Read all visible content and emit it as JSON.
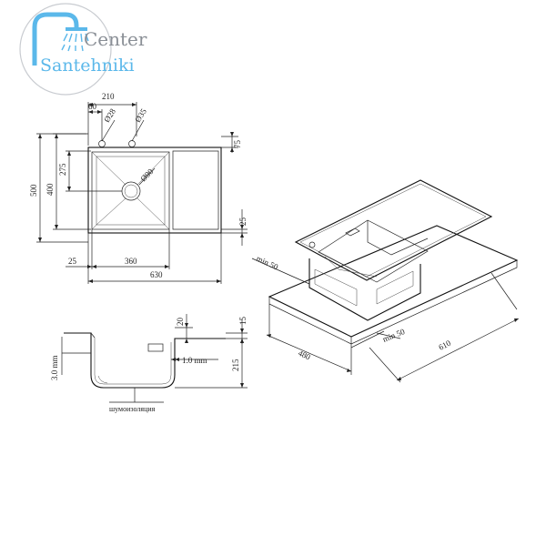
{
  "logo": {
    "line1": "Center",
    "line2": "Santehniki",
    "colors": {
      "gray": "#8a8f96",
      "blue": "#5bb8ea",
      "ring": "#c9ccd1"
    }
  },
  "top_view": {
    "dims": {
      "d210": "210",
      "d60": "60",
      "d28": "Ø28",
      "d35": "Ø35",
      "d75": "75",
      "d275": "275",
      "d500": "500",
      "d400": "400",
      "d90": "Ø90",
      "d25_right": "25",
      "d25_bottom": "25",
      "d360": "360",
      "d630": "630"
    }
  },
  "section_view": {
    "dims": {
      "d20": "20",
      "d15": "15",
      "d3mm": "3.0 mm",
      "d1mm": "1.0 mm",
      "d215": "215",
      "insulation": "шумоизоляция"
    }
  },
  "iso_view": {
    "dims": {
      "min50_a": "min 50",
      "min50_b": "min 50",
      "d480": "480",
      "d610": "610"
    }
  }
}
